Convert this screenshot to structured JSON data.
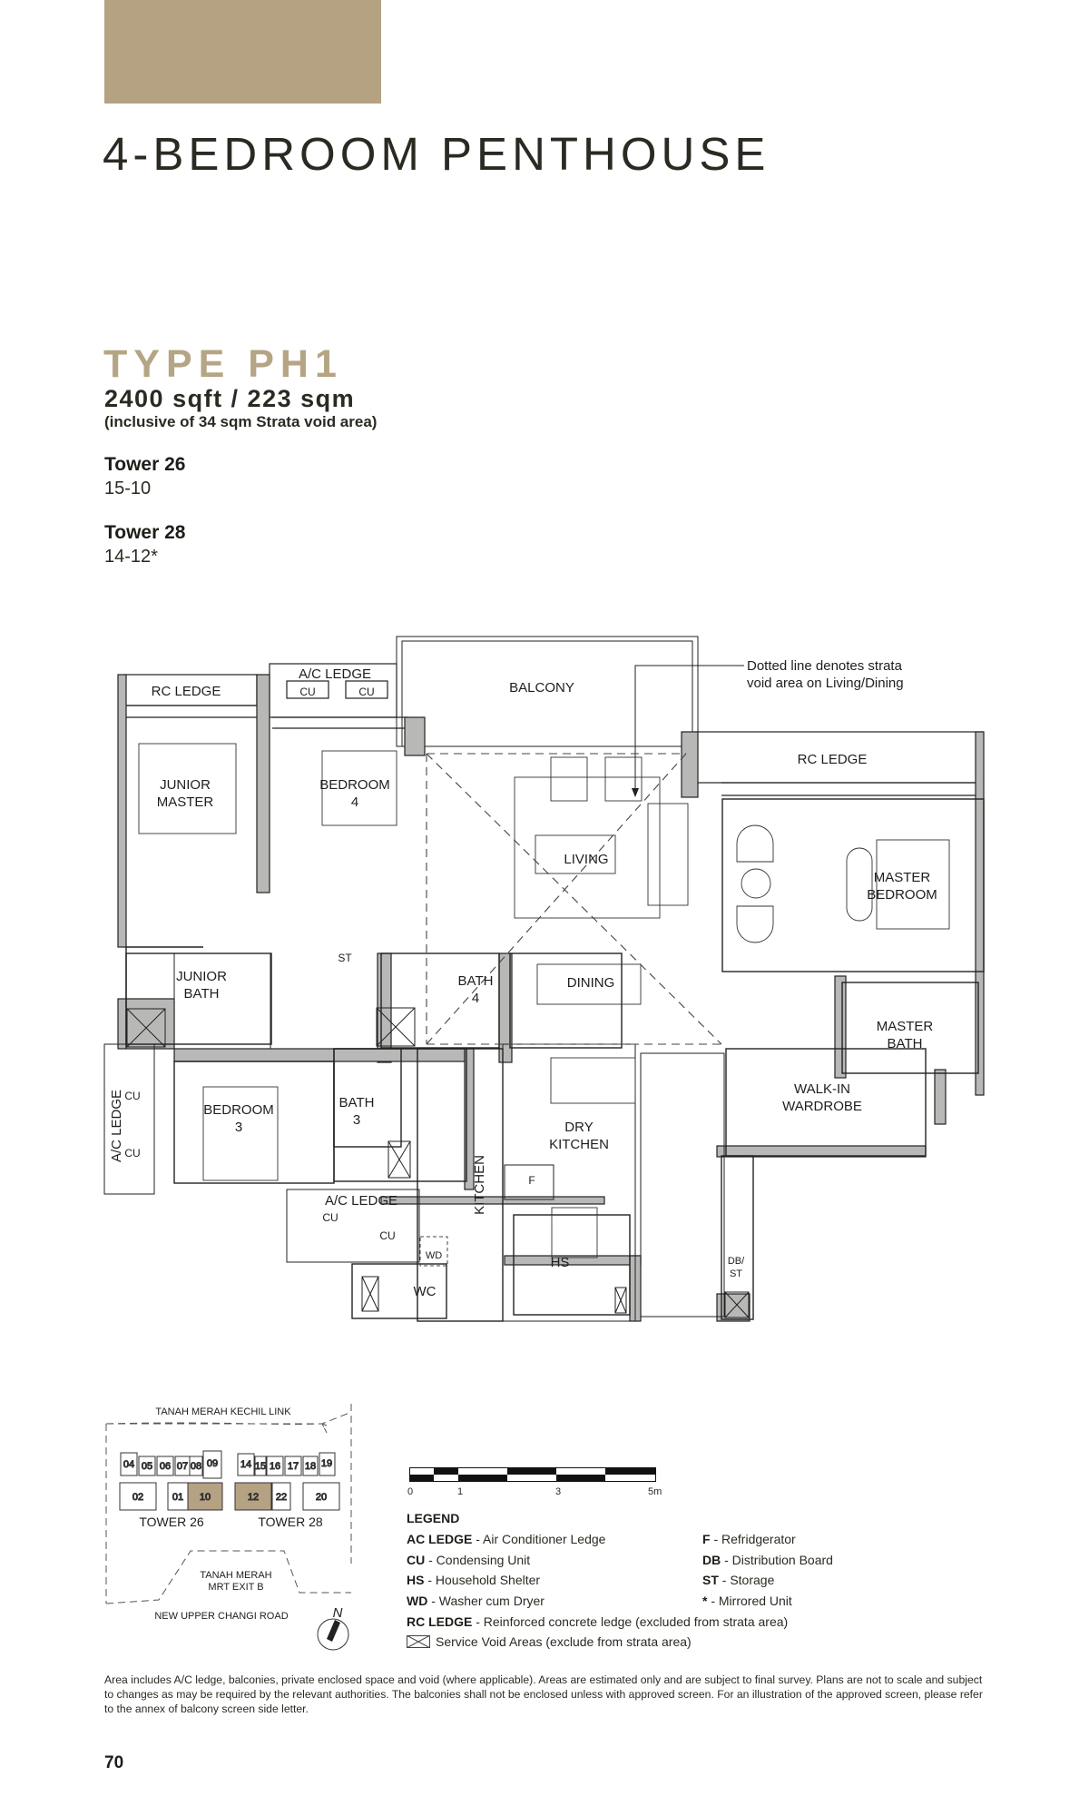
{
  "header": {
    "title": "4-BEDROOM PENTHOUSE",
    "accent_color": "#b5a283"
  },
  "unit_type": {
    "name": "TYPE PH1",
    "area": "2400 sqft / 223 sqm",
    "area_note": "(inclusive of 34 sqm Strata void area)",
    "towers": [
      {
        "label": "Tower 26",
        "units": "15-10"
      },
      {
        "label": "Tower 28",
        "units": "14-12*"
      }
    ]
  },
  "floor_plan": {
    "rooms": {
      "rc_ledge_left": "RC LEDGE",
      "ac_ledge_top": "A/C LEDGE",
      "cu_1": "CU",
      "cu_2": "CU",
      "balcony": "BALCONY",
      "junior_master_1": "JUNIOR",
      "junior_master_2": "MASTER",
      "bedroom4_1": "BEDROOM",
      "bedroom4_2": "4",
      "living": "LIVING",
      "rc_ledge_right": "RC LEDGE",
      "master_bedroom_1": "MASTER",
      "master_bedroom_2": "BEDROOM",
      "st": "ST",
      "junior_bath_1": "JUNIOR",
      "junior_bath_2": "BATH",
      "bath4_1": "BATH",
      "bath4_2": "4",
      "dining": "DINING",
      "master_bath_1": "MASTER",
      "master_bath_2": "BATH",
      "ac_ledge_side": "A/C LEDGE",
      "cu_3": "CU",
      "cu_4": "CU",
      "bedroom3_1": "BEDROOM",
      "bedroom3_2": "3",
      "bath3_1": "BATH",
      "bath3_2": "3",
      "walk_in_1": "WALK-IN",
      "walk_in_2": "WARDROBE",
      "dry_kitchen_1": "DRY",
      "dry_kitchen_2": "KITCHEN",
      "kitchen": "KITCHEN",
      "fridge": "F",
      "ac_ledge_bottom": "A/C LEDGE",
      "cu_5": "CU",
      "cu_6": "CU",
      "wd": "WD",
      "hs": "HS",
      "wc": "WC",
      "db_1": "DB/",
      "db_2": "ST"
    },
    "annotation_1": "Dotted line denotes strata",
    "annotation_2": "void area on Living/Dining"
  },
  "key_plan": {
    "road_top": "TANAH MERAH KECHIL LINK",
    "road_bottom": "NEW UPPER CHANGI ROAD",
    "mrt_1": "TANAH MERAH",
    "mrt_2": "MRT EXIT B",
    "tower26_label": "TOWER 26",
    "tower28_label": "TOWER 28",
    "tower26_units_top": [
      "04",
      "05",
      "06",
      "07",
      "08",
      "09"
    ],
    "tower26_units_bottom": [
      "02",
      "01",
      "10"
    ],
    "tower28_units_top": [
      "14",
      "15",
      "16",
      "17",
      "18",
      "19"
    ],
    "tower28_units_bottom": [
      "12",
      "22",
      "20"
    ],
    "highlighted_units": [
      "10",
      "12"
    ],
    "highlight_color": "#b5a283",
    "north": "N"
  },
  "scale_bar": {
    "labels": [
      "0",
      "1",
      "3",
      "5m"
    ]
  },
  "legend": {
    "heading": "LEGEND",
    "items_left": [
      {
        "code": "AC LEDGE",
        "desc": " - Air Conditioner Ledge"
      },
      {
        "code": "CU",
        "desc": " - Condensing Unit"
      },
      {
        "code": "HS",
        "desc": " - Household Shelter"
      },
      {
        "code": "WD",
        "desc": " - Washer cum Dryer"
      }
    ],
    "items_right": [
      {
        "code": "F",
        "desc": " - Refridgerator"
      },
      {
        "code": "DB",
        "desc": " - Distribution Board"
      },
      {
        "code": "ST",
        "desc": " - Storage"
      },
      {
        "code": "*",
        "desc": " - Mirrored Unit"
      }
    ],
    "rc_ledge": {
      "code": "RC LEDGE",
      "desc": " - Reinforced concrete ledge (excluded from strata area)"
    },
    "service_void": "Service Void Areas (exclude from strata area)"
  },
  "disclaimer": "Area includes A/C ledge, balconies, private enclosed space and void (where applicable). Areas are estimated only and are subject to final survey. Plans are not to scale and subject to changes as may be required by the relevant authorities. The balconies shall not be enclosed unless with approved screen. For an illustration of the approved screen, please refer to the annex of balcony screen side letter.",
  "page_number": "70"
}
